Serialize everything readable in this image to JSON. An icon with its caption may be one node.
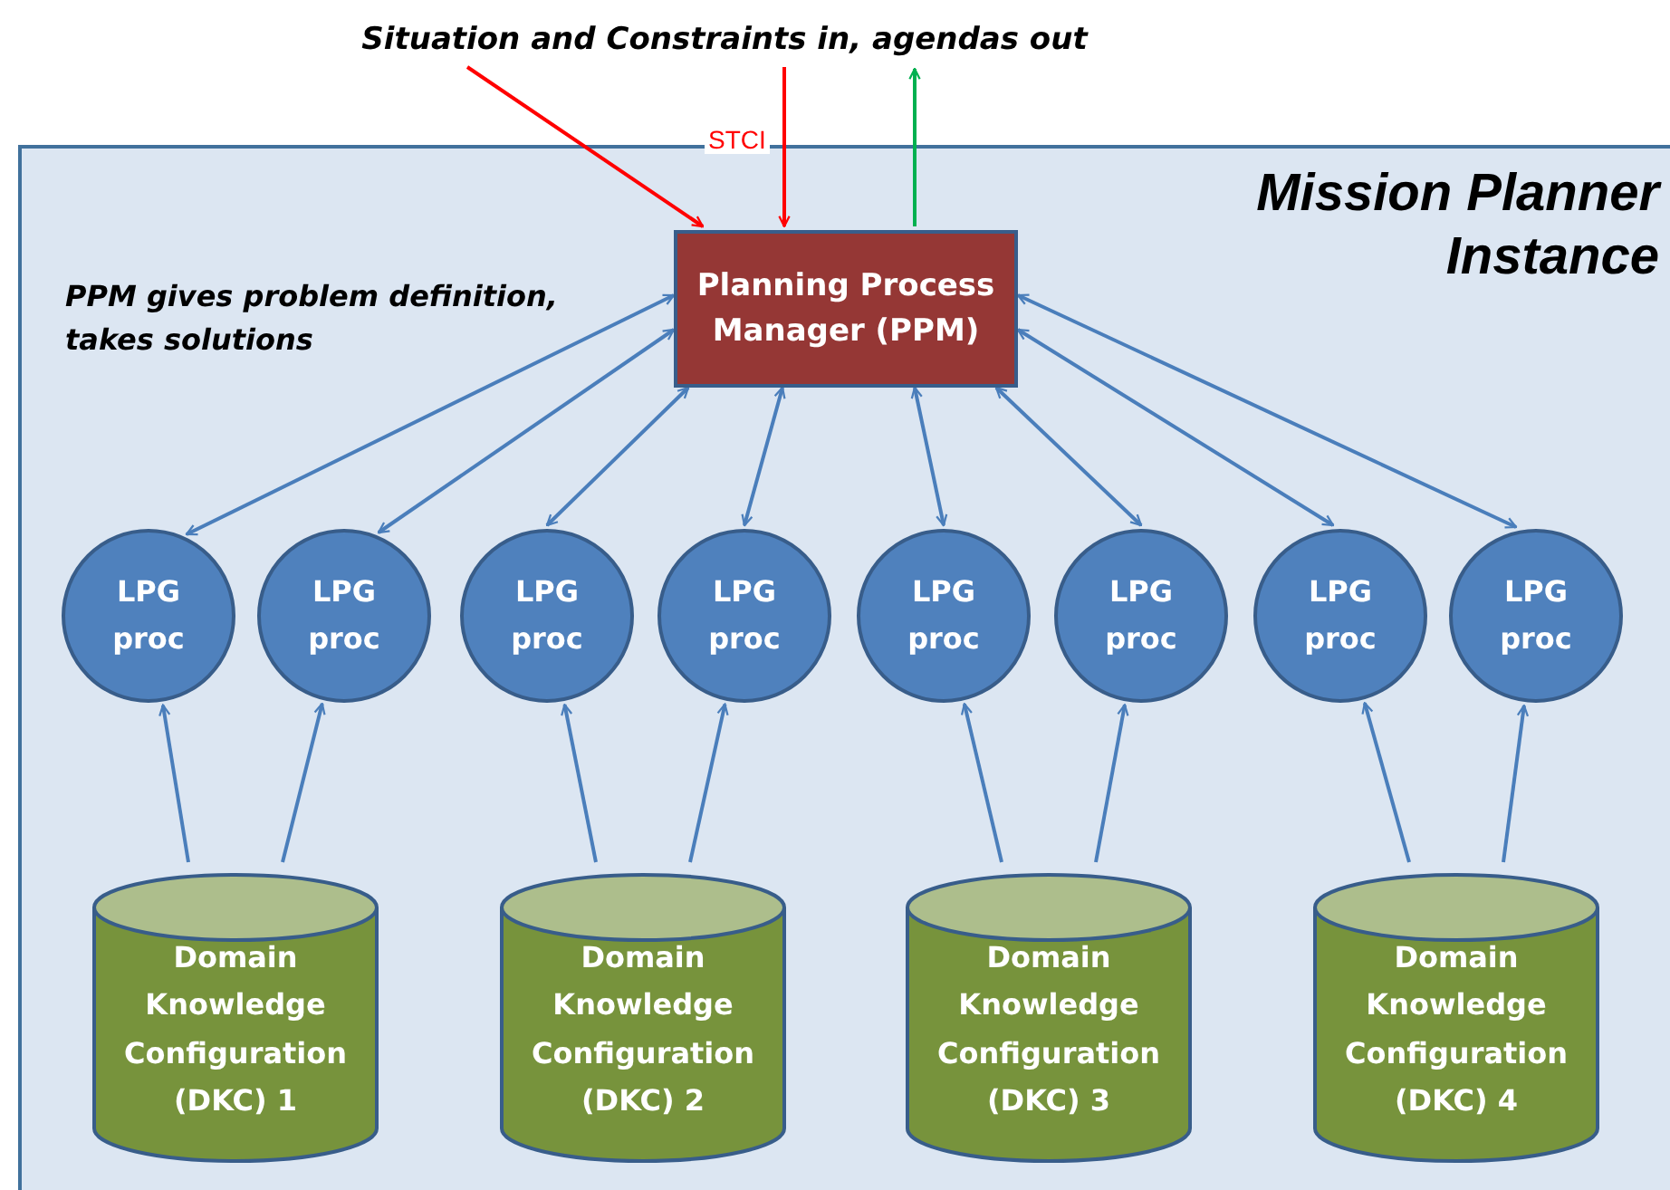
{
  "diagram": {
    "nodes": [
      {
        "text": [
          "Mission Planner Instance"
        ]
      },
      {
        "text": [
          "Planning Process Manager (PPM)"
        ],
        "in": 0
      },
      {
        "text": [
          "LPG proc"
        ],
        "in": 0
      },
      {
        "text": [
          "LPG proc"
        ],
        "in": 0
      },
      {
        "text": [
          "LPG proc"
        ],
        "in": 0
      },
      {
        "text": [
          "LPG proc"
        ],
        "in": 0
      },
      {
        "text": [
          "LPG proc"
        ],
        "in": 0
      },
      {
        "text": [
          "LPG proc"
        ],
        "in": 0
      },
      {
        "text": [
          "LPG proc"
        ],
        "in": 0
      },
      {
        "text": [
          "LPG proc"
        ],
        "in": 0
      },
      {
        "text": [
          "Domain Knowledge Configuration (DKC) 1"
        ],
        "in": 0
      },
      {
        "text": [
          "Domain Knowledge Configuration (DKC) 2"
        ],
        "in": 0
      },
      {
        "text": [
          "Domain Knowledge Configuration (DKC) 3"
        ],
        "in": 0
      },
      {
        "text": [
          "Domain Knowledge Configuration (DKC) 4"
        ],
        "in": 0
      },
      {
        "text": [
          "Situation and Constraints in, agendas out"
        ]
      }
    ],
    "edges": [
      {
        "from": 14,
        "to": 1,
        "arrow": "to",
        "color": "#ff0000"
      },
      {
        "from": 14,
        "to": 1,
        "arrow": "to",
        "color": "#ff0000",
        "label": "STCI"
      },
      {
        "from": 1,
        "to": 14,
        "arrow": "to",
        "color": "#00b050"
      },
      {
        "from": 1,
        "to": 2,
        "arrow": "both"
      },
      {
        "from": 1,
        "to": 3,
        "arrow": "both"
      },
      {
        "from": 1,
        "to": 4,
        "arrow": "both"
      },
      {
        "from": 1,
        "to": 5,
        "arrow": "both"
      },
      {
        "from": 1,
        "to": 6,
        "arrow": "both"
      },
      {
        "from": 1,
        "to": 7,
        "arrow": "both"
      },
      {
        "from": 1,
        "to": 8,
        "arrow": "both"
      },
      {
        "from": 1,
        "to": 9,
        "arrow": "both"
      },
      {
        "from": 10,
        "to": 2,
        "arrow": "to"
      },
      {
        "from": 10,
        "to": 3,
        "arrow": "to"
      },
      {
        "from": 11,
        "to": 4,
        "arrow": "to"
      },
      {
        "from": 11,
        "to": 5,
        "arrow": "to"
      },
      {
        "from": 12,
        "to": 6,
        "arrow": "to"
      },
      {
        "from": 12,
        "to": 7,
        "arrow": "to"
      },
      {
        "from": 13,
        "to": 8,
        "arrow": "to"
      },
      {
        "from": 13,
        "to": 9,
        "arrow": "to"
      }
    ],
    "labels": [
      "PPM gives problem definition, takes solutions"
    ]
  }
}
